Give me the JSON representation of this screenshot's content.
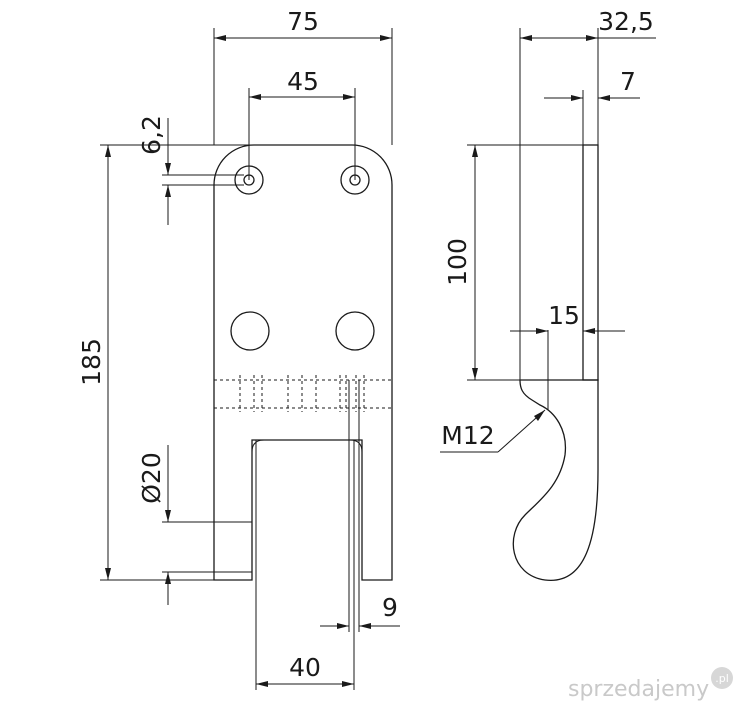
{
  "dimensions": {
    "width_75": "75",
    "hole_spacing_45": "45",
    "hole_dia_6_2": "6,2",
    "height_185": "185",
    "dia_20": "Ø20",
    "slot_40": "40",
    "offset_9": "9",
    "depth_32_5": "32,5",
    "thickness_7": "7",
    "height_100": "100",
    "offset_15": "15",
    "thread_m12": "M12"
  },
  "watermark": {
    "text": "sprzedajemy",
    "tld": ".pl"
  }
}
